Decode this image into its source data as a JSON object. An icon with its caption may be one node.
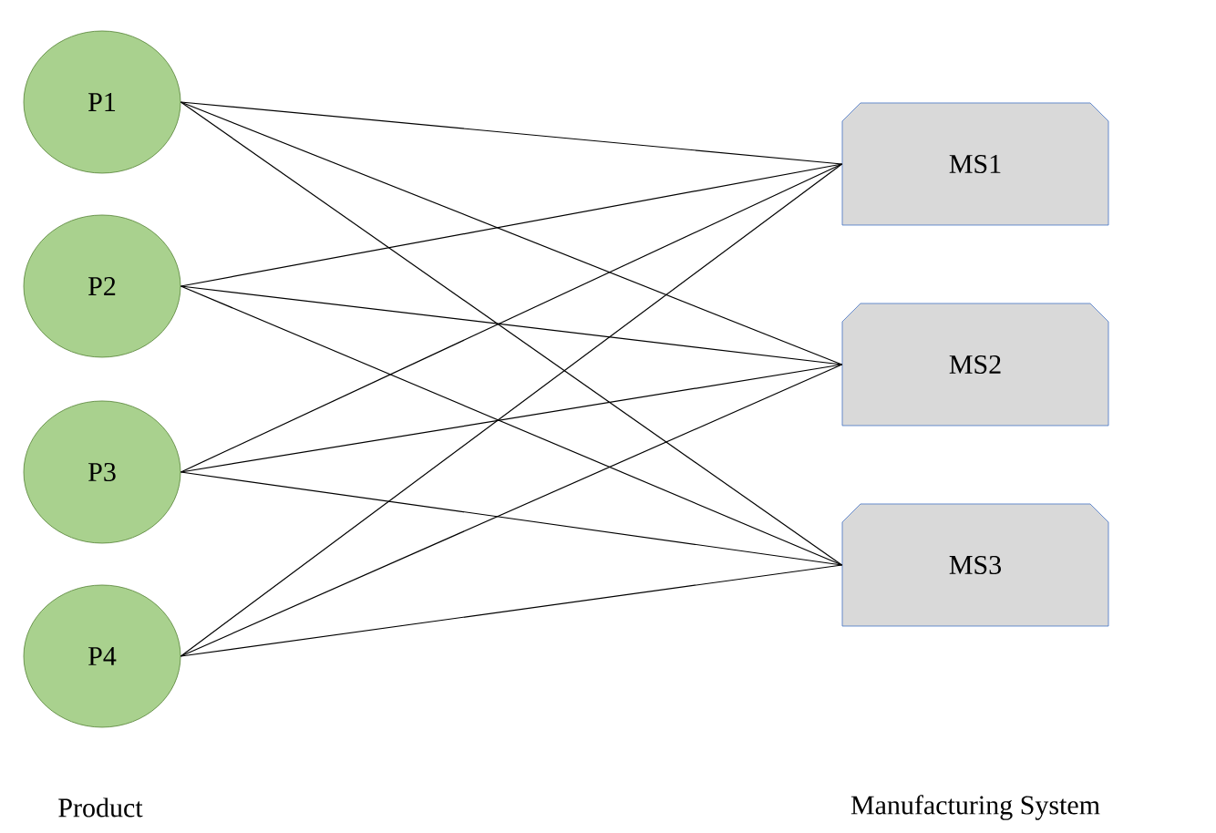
{
  "diagram": {
    "nodes": [
      {
        "text": [
          "P1"
        ]
      },
      {
        "text": [
          "P2"
        ]
      },
      {
        "text": [
          "P3"
        ]
      },
      {
        "text": [
          "P4"
        ]
      },
      {
        "text": [
          "MS1"
        ]
      },
      {
        "text": [
          "MS2"
        ]
      },
      {
        "text": [
          "MS3"
        ]
      }
    ],
    "edges": [
      {
        "from": 0,
        "to": 4,
        "arrow": "none"
      },
      {
        "from": 0,
        "to": 5,
        "arrow": "none"
      },
      {
        "from": 0,
        "to": 6,
        "arrow": "none"
      },
      {
        "from": 1,
        "to": 4,
        "arrow": "none"
      },
      {
        "from": 1,
        "to": 5,
        "arrow": "none"
      },
      {
        "from": 1,
        "to": 6,
        "arrow": "none"
      },
      {
        "from": 2,
        "to": 4,
        "arrow": "none"
      },
      {
        "from": 2,
        "to": 5,
        "arrow": "none"
      },
      {
        "from": 2,
        "to": 6,
        "arrow": "none"
      },
      {
        "from": 3,
        "to": 4,
        "arrow": "none"
      },
      {
        "from": 3,
        "to": 5,
        "arrow": "none"
      },
      {
        "from": 3,
        "to": 6,
        "arrow": "none"
      }
    ],
    "labels": [
      "Product",
      "Manufacturing System"
    ]
  }
}
